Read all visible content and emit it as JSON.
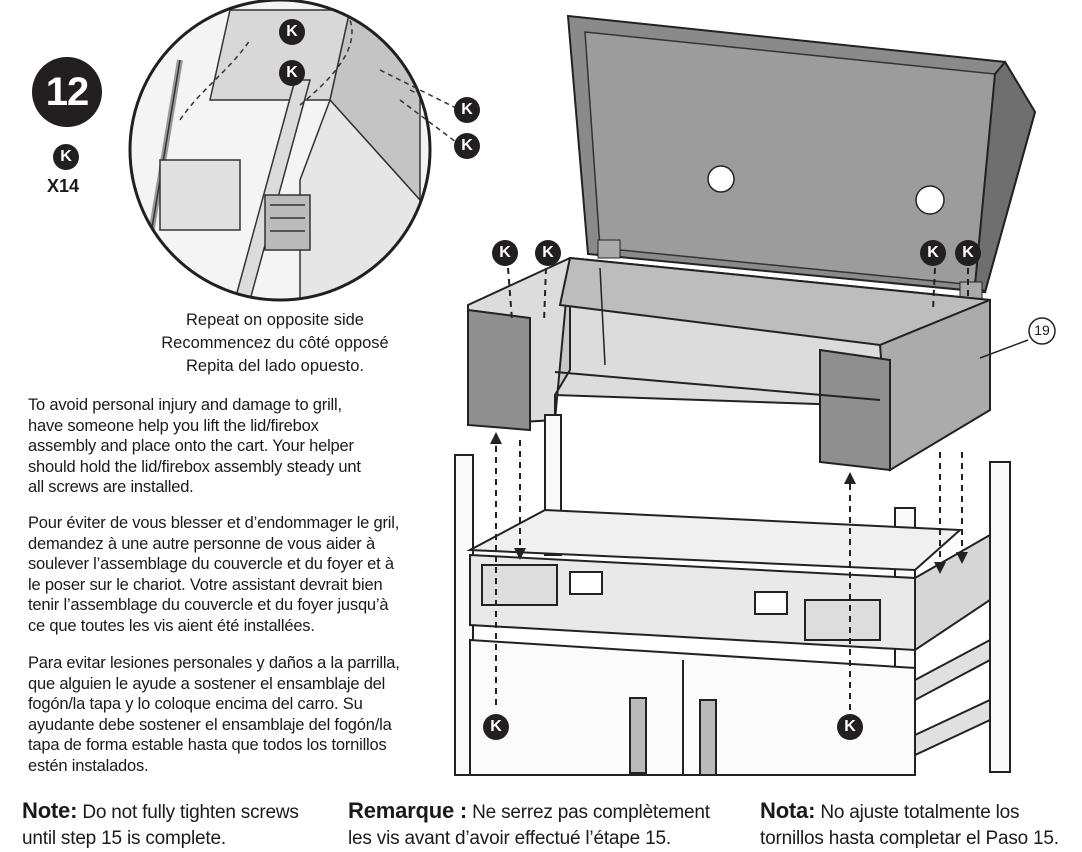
{
  "step_number": "12",
  "part": {
    "letter": "K",
    "quantity": "X14"
  },
  "callout_letter": "K",
  "part_number": "19",
  "repeat_text": [
    "Repeat on opposite side",
    "Recommencez du côté opposé",
    "Repita del lado opuesto."
  ],
  "instructions": {
    "en": [
      "To avoid personal injury and damage to grill,",
      "have someone help you lift the lid/firebox",
      "assembly and place onto the cart. Your helper",
      "should hold the lid/firebox assembly steady unt",
      "all screws are installed."
    ],
    "fr": [
      "Pour éviter de vous blesser et d’endommager le gril,",
      "demandez à une autre personne de vous aider à",
      "soulever l’assemblage du couvercle et du foyer et à",
      "le poser sur le chariot. Votre assistant devrait bien",
      "tenir l’assemblage du couvercle et du foyer jusqu’à",
      "ce que toutes les vis aient été installées."
    ],
    "es": [
      "Para evitar lesiones personales y daños a la parrilla,",
      "que alguien le ayude a sostener el ensamblaje del",
      "fogón/la tapa y lo coloque encima del carro. Su",
      "ayudante debe sostener el ensamblaje del fogón/la",
      "tapa de forma estable hasta que todos los tornillos",
      "estén instalados."
    ]
  },
  "notes": {
    "en": {
      "label": "Note:",
      "text": [
        "Do not fully tighten screws",
        "until step 15 is complete."
      ]
    },
    "fr": {
      "label": "Remarque :",
      "text": [
        "Ne serrez pas complètement",
        "les vis avant d’avoir effectué l’étape 15."
      ]
    },
    "es": {
      "label": "Nota:",
      "text": [
        "No ajuste totalmente los",
        "tornillos hasta completar el Paso 15."
      ]
    }
  }
}
